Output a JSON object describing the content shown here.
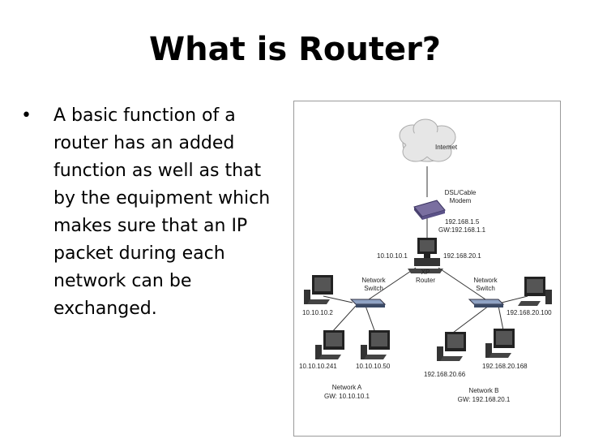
{
  "slide": {
    "title": "What is Router?",
    "bullet": "A basic function of a router has an added function as well as that by the equipment which makes sure that an IP packet during each network can be exchanged."
  },
  "diagram": {
    "internet": "Internet",
    "modem_line1": "DSL/Cable",
    "modem_line2": "Modem",
    "modem_ip": "192.168.1.5",
    "modem_gw": "GW:192.168.1.1",
    "router_ip_left": "10.10.10.1",
    "router_ip_right": "192.168.20.1",
    "router_line1": "XP",
    "router_line2": "Router",
    "switch_left_line1": "Network",
    "switch_left_line2": "Switch",
    "switch_right_line1": "Network",
    "switch_right_line2": "Switch",
    "pc_a1": "10.10.10.2",
    "pc_a2": "10.10.10.241",
    "pc_a3": "10.10.10.50",
    "pc_b1": "192.168.20.100",
    "pc_b2": "192.168.20.66",
    "pc_b3": "192.168.20.168",
    "net_a_name": "Network A",
    "net_a_gw": "GW: 10.10.10.1",
    "net_b_name": "Network B",
    "net_b_gw": "GW: 192.168.20.1"
  }
}
